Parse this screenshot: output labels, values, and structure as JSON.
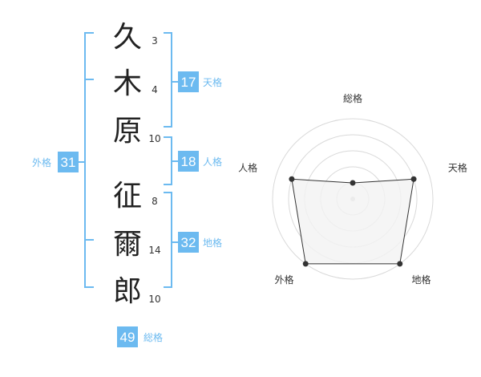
{
  "name": {
    "surname": [
      {
        "char": "久",
        "strokes": "3"
      },
      {
        "char": "木",
        "strokes": "4"
      },
      {
        "char": "原",
        "strokes": "10"
      }
    ],
    "given": [
      {
        "char": "征",
        "strokes": "8"
      },
      {
        "char": "爾",
        "strokes": "14"
      },
      {
        "char": "郎",
        "strokes": "10"
      }
    ]
  },
  "fortune": {
    "tenkaku": {
      "value": "17",
      "label": "天格"
    },
    "jinkaku": {
      "value": "18",
      "label": "人格"
    },
    "chikaku": {
      "value": "32",
      "label": "地格"
    },
    "gaikaku": {
      "value": "31",
      "label": "外格"
    },
    "soukaku": {
      "value": "49",
      "label": "総格"
    }
  },
  "colors": {
    "accent": "#6cbaf0",
    "bracket": "#6cbaf0",
    "text": "#222222",
    "radar_fill": "#f2f2f2",
    "grid": "#d9d9d9"
  },
  "chart_data": {
    "type": "radar",
    "axes": [
      "総格",
      "天格",
      "地格",
      "外格",
      "人格"
    ],
    "levels": 5,
    "values": [
      1,
      4,
      5,
      5,
      4
    ],
    "max": 5
  }
}
